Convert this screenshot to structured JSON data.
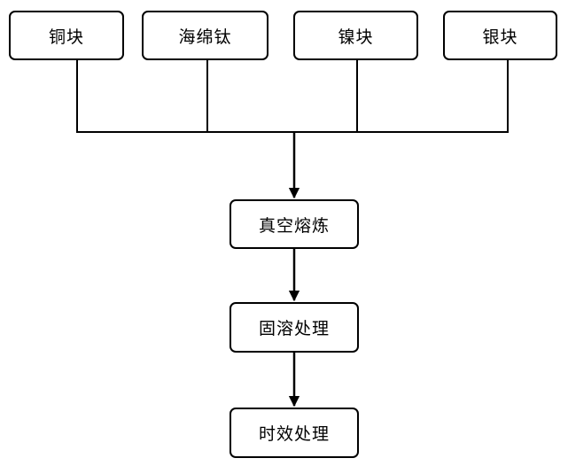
{
  "inputs": [
    {
      "label": "铜块"
    },
    {
      "label": "海绵钛"
    },
    {
      "label": "镍块"
    },
    {
      "label": "银块"
    }
  ],
  "steps": [
    {
      "label": "真空熔炼"
    },
    {
      "label": "固溶处理"
    },
    {
      "label": "时效处理"
    }
  ],
  "colors": {
    "line": "#000000",
    "box_border": "#000000",
    "box_fill": "#ffffff",
    "text": "#000000"
  }
}
